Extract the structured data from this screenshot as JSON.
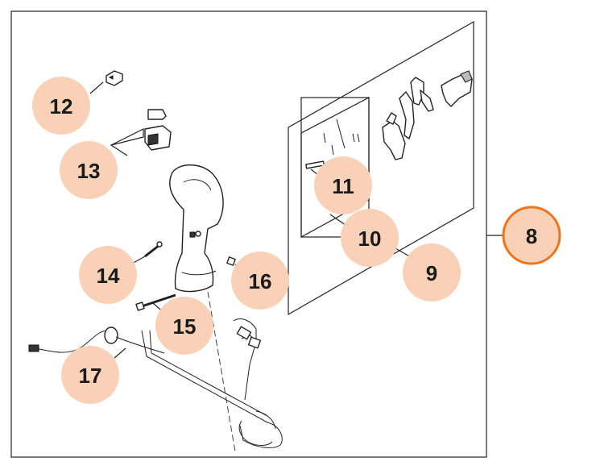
{
  "diagram": {
    "callouts": [
      {
        "id": "8",
        "label": "8"
      },
      {
        "id": "9",
        "label": "9"
      },
      {
        "id": "10",
        "label": "10"
      },
      {
        "id": "11",
        "label": "11"
      },
      {
        "id": "12",
        "label": "12"
      },
      {
        "id": "13",
        "label": "13"
      },
      {
        "id": "14",
        "label": "14"
      },
      {
        "id": "15",
        "label": "15"
      },
      {
        "id": "16",
        "label": "16"
      },
      {
        "id": "17",
        "label": "17"
      }
    ],
    "colors": {
      "callout_fill": "#f8d1b6",
      "callout_highlight_fill": "#f8d1b6",
      "callout_highlight_stroke": "#e8761e",
      "line": "#222222",
      "background": "#ffffff"
    }
  }
}
